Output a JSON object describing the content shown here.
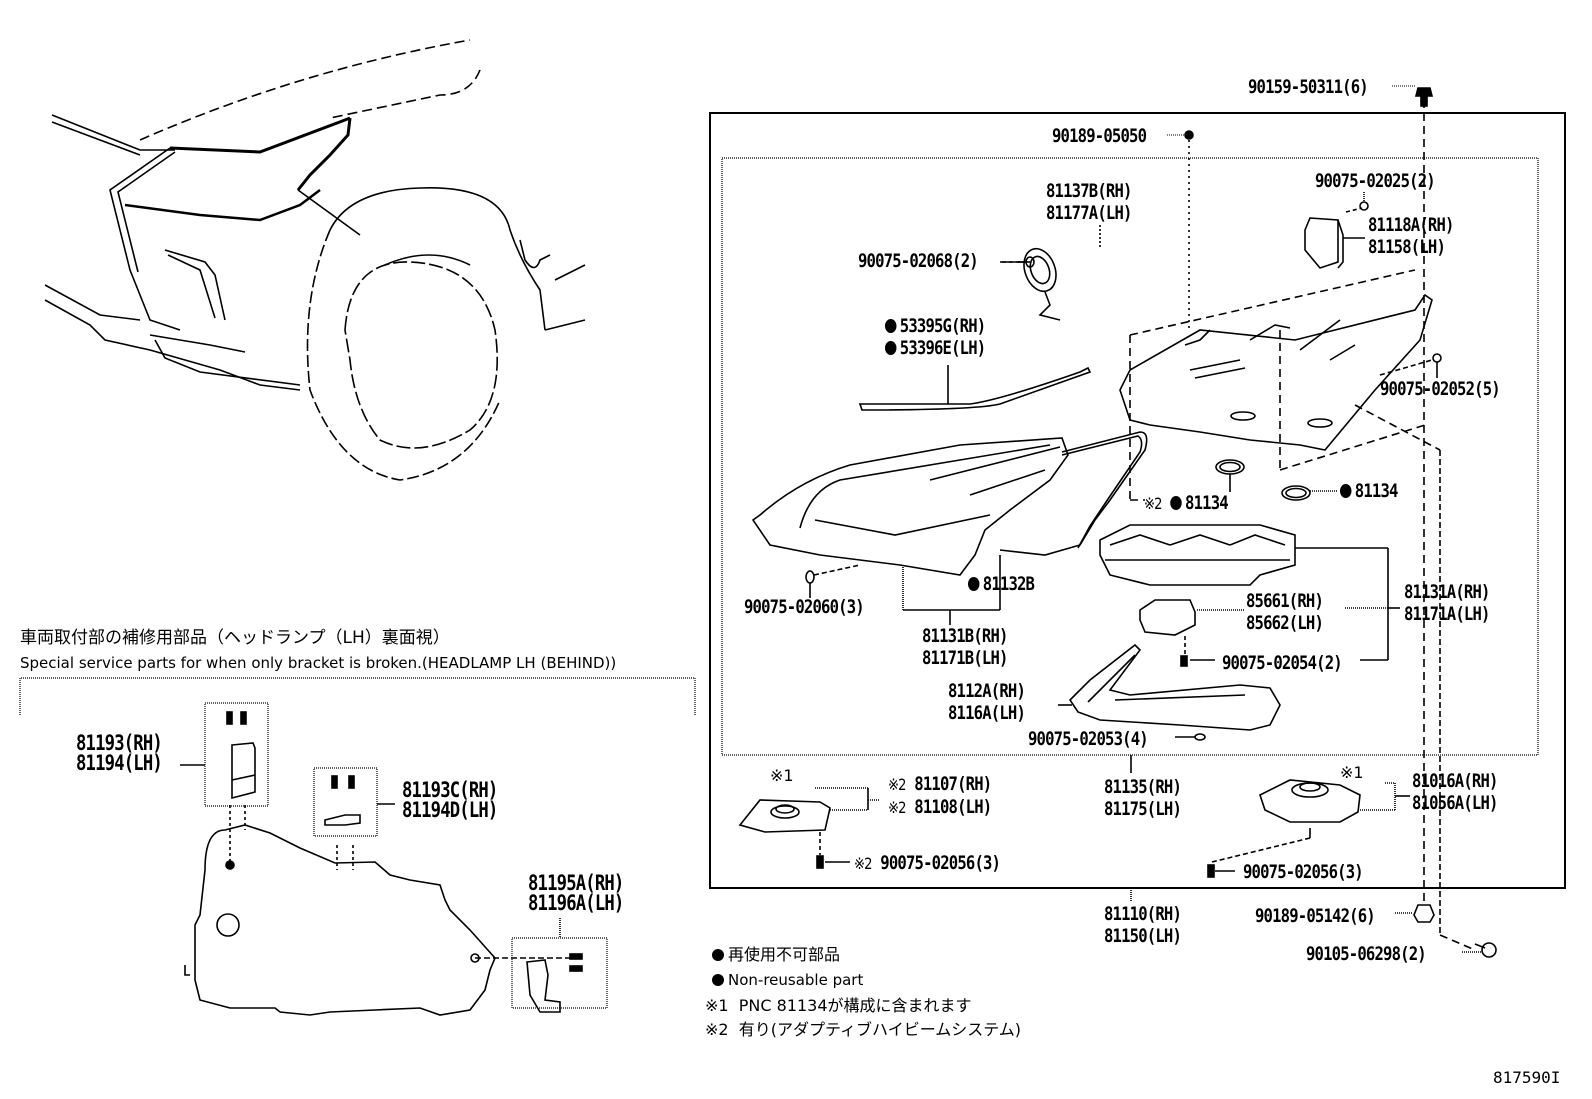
{
  "diagram": {
    "figure_id": "817590I",
    "section_note": {
      "title_ja": "車両取付部の補修用部品（ヘッドランプ（LH）裏面視）",
      "title_en": "Special service parts for when only bracket is broken.(HEADLAMP LH (BEHIND))"
    },
    "legend": {
      "nonreusable_ja": "再使用不可部品",
      "nonreusable_en": "Non-reusable part",
      "note1_mark": "※1",
      "note1_text": "PNC 81134が構成に含まれます",
      "note2_mark": "※2",
      "note2_text": "有り(アダプティブハイビームシステム)"
    },
    "marks": {
      "note1": "※1",
      "note2": "※2"
    },
    "parts": {
      "p90159": "90159-50311(6)",
      "p90189_050": "90189-05050",
      "p81137b": "81137B(RH)",
      "p81177a": "81177A(LH)",
      "p90075_025": "90075-02025(2)",
      "p81118a": "81118A(RH)",
      "p81158": "81158(LH)",
      "p90075_068": "90075-02068(2)",
      "p53395g": "53395G(RH)",
      "p53396e": "53396E(LH)",
      "p90075_052": "90075-02052(5)",
      "p81134_a": "81134",
      "p81134_b": "81134",
      "p81132b": "81132B",
      "p90075_060": "90075-02060(3)",
      "p81131b": "81131B(RH)",
      "p81171b": "81171B(LH)",
      "p85661": "85661(RH)",
      "p85662": "85662(LH)",
      "p81131a": "81131A(RH)",
      "p81171a": "81171A(LH)",
      "p90075_054": "90075-02054(2)",
      "p8112a": "8112A(RH)",
      "p8116a": "8116A(LH)",
      "p90075_053": "90075-02053(4)",
      "p81107": "81107(RH)",
      "p81108": "81108(LH)",
      "p90075_056a": "90075-02056(3)",
      "p81135": "81135(RH)",
      "p81175": "81175(LH)",
      "p81016a": "81016A(RH)",
      "p81056a": "81056A(LH)",
      "p90075_056b": "90075-02056(3)",
      "p81110": "81110(RH)",
      "p81150": "81150(LH)",
      "p90189_142": "90189-05142(6)",
      "p90105": "90105-06298(2)",
      "p81193": "81193(RH)",
      "p81194": "81194(LH)",
      "p81193c": "81193C(RH)",
      "p81194d": "81194D(LH)",
      "p81195a": "81195A(RH)",
      "p81196a": "81196A(LH)"
    }
  }
}
